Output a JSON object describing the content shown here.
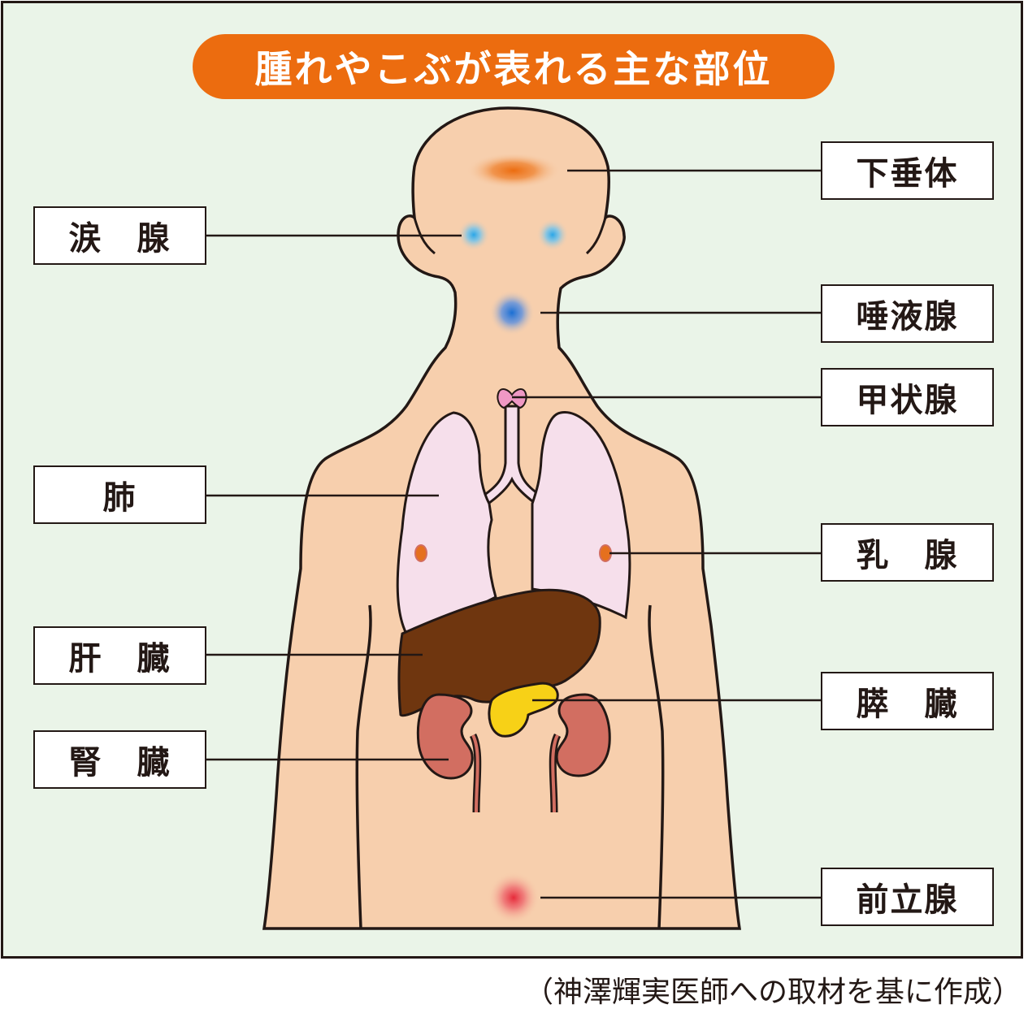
{
  "title": "腫れやこぶが表れる主な部位",
  "labels": {
    "pituitary": "下垂体",
    "lacrimal": "涙　腺",
    "salivary": "唾液腺",
    "thyroid": "甲状腺",
    "lung": "肺",
    "breast": "乳　腺",
    "liver": "肝　臓",
    "pancreas": "膵　臓",
    "kidney": "腎　臓",
    "prostate": "前立腺"
  },
  "caption": "（神澤輝実医師への取材を基に作成）",
  "colors": {
    "background": "#eaf4e8",
    "skin": "#f7cfad",
    "title_bg": "#ec6c0f",
    "lung": "#f6dfeb",
    "liver": "#6f360f",
    "kidney": "#d26e61",
    "pancreas": "#f7d117",
    "thyroid": "#ef98c4",
    "pituitary_spot": "#ec6c0f",
    "lacrimal_spot": "#2aa6e8",
    "salivary_spot": "#1a6fd4",
    "breast_spot": "#e5701e",
    "prostate_spot": "#e62a3a"
  }
}
